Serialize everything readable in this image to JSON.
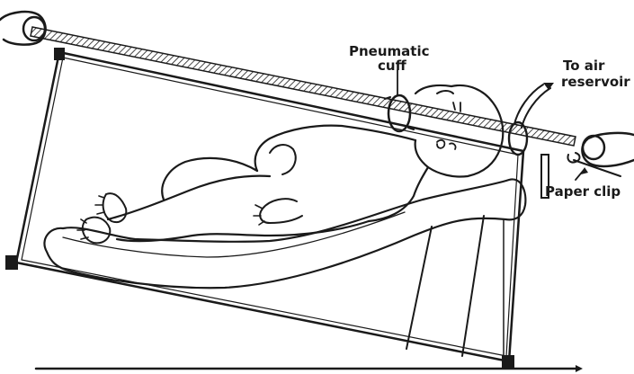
{
  "figure": {
    "labels": {
      "cuff_line1": "Pneumatic",
      "cuff_line2": "cuff",
      "air_line1": "To air",
      "air_line2": "reservoir",
      "paper_clip": "Paper clip"
    },
    "colors": {
      "ink": "#1a1a1a",
      "background": "#ffffff"
    }
  }
}
